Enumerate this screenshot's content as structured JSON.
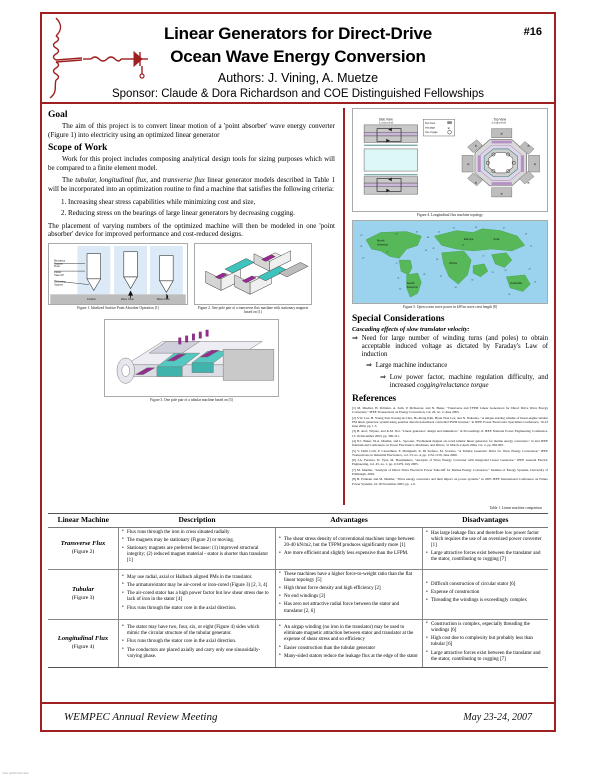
{
  "header": {
    "title_line1": "Linear Generators for Direct-Drive",
    "title_line2": "Ocean Wave Energy Conversion",
    "issue_number": "#16",
    "authors": "Authors:  J. Vining, A. Muetze",
    "sponsor": "Sponsor: Claude & Dora Richardson and COE Distinguished Fellowships",
    "border_color": "#9e2020"
  },
  "goal": {
    "heading": "Goal",
    "text": "The aim of this project is to convert linear motion of a 'point absorber' wave energy converter (Figure 1) into electricity using an optimized linear generator"
  },
  "scope": {
    "heading": "Scope of Work",
    "p1": "Work for this project includes composing analytical design tools for sizing purposes which will be compared to a finite element model.",
    "p2_a": "The ",
    "p2_i1": "tubular, longitudinal flux,",
    "p2_b": " and ",
    "p2_i2": "transverse flux",
    "p2_c": " linear generator models described in Table 1 will be incorporated into an optimization routine to find a machine that satisfies the following criteria:",
    "criteria": [
      "Increasing shear stress capabilities while minimizing cost and size,",
      "Reducing stress on the bearings of large linear generators by decreasing cogging."
    ],
    "p3": "The placement of varying numbers of the optimized machine will then be modeled in one 'point absorber' device for improved performance and cost-reduced designs."
  },
  "figures": {
    "fig1_caption": "Figure 1.  Idealized Surface Point Absorber Operation [1]",
    "fig2_caption": "Figure 2.  One pole pair of a transverse flux machine with stationary magnets based on [1]",
    "fig3_caption": "Figure 3.  One pole pair of a tubular machine based on [3]",
    "fig4_caption": "Figure 4.  Longitudinal flux machine topology",
    "fig5_caption": "Figure 5.  Open ocean wave power in kW/m wave crest length [8]",
    "fig1_labels": [
      "Buoyancy Support Float",
      "Power Take-Off",
      "Anchoring Support",
      "Position",
      "Wave Crest",
      "Wave Crest"
    ],
    "fig4_legend": [
      "Flux Lines",
      "Into page",
      "Out of page"
    ],
    "fig4_labels": [
      "Side View",
      "Top View"
    ],
    "fig5_labels": [
      "North America",
      "South America",
      "Europe",
      "Asia",
      "Africa",
      "Australia"
    ]
  },
  "special": {
    "heading": "Special Considerations",
    "subheading": "Cascading effects of slow translator velocity:",
    "item1": "Need for large number of winding turns (and poles) to obtain acceptable induced voltage as dictated by Faraday's Law of induction",
    "item2": "Large machine inductance",
    "item3_a": "Low power factor, machine regulation difficulty, and increased ",
    "item3_i": "cogging/reluctance torque",
    "arrow": "⇒"
  },
  "references": {
    "heading": "References",
    "items": [
      "[1] M. Mueller, H. Polinder, A. Zaib, P. McKeever, and N. Baker, \"Transverse and TFPM Linear Generators for Direct Drive Wave Energy Converters,\" IEEE Transactions on Energy Conversion, vol. 20, no. 2, June 2005.",
      "[2] S.W. Lee, H. Young Suh, Kwang-ik Choi, Ho-Dong Kim, Hyun Won Lee, and N. Nakaoka, \"A unique starting scheme of linear-engine tubular PM linear generator system using position detection-feedback controlled PWM inverter,\" in IEEE Power Electronics Specialists Conference, 16-23 June 2004, pp. 1-5.",
      "[3] H. Arof, Wijono, and K.M. Nor, \"Linear generator: design and simulation,\" in Proceedings of IEEE National Power Engineering Conference, 15-16 December 2003, pp. 306-311.",
      "[4] N.J. Baker, M.A. Mueller, and L. Spooner, \"Permanent magnet air-cored tubular linear generator for marine energy converters,\" in 2nd IEEE International Conference on Power Electronics, Machines, and Drives, 31 March-2 April 2004, vol. 2, pp. 862-867.",
      "[5] V. Delli Colli, P. Cancelliere, F. Marignetti, R. Di Stefano, M. Scarano, \"A Tubular Generator Drive for Wave Energy Conversion,\" IEEE Transactions on Industrial Electronics, vol. 53, no. 4, pp. 1152-1159, June 2006.",
      "[6] J.A. Ferreira, D. Vyas, M. Hoeijmakers, \"Analysis of Wave Energy Converter with Integrated Linear Generator,\" IEEE General Electric Engineering, vol. 45, no. 1, pp. 0-5479, July 2005.",
      "[7] M. Mueller, \"Analysis of Direct Drive Electrical Power Take-Off for Marine Energy Converters,\" Institute of Energy Systems, University of Edinburgh, 2002.",
      "[8] H. Polinder and M. Mueller, \"Wave energy converters and their impact on power systems,\" in 2005 IEEE International Conference on Future Power Systems, 16-18 November 2005, pp. 1-9."
    ]
  },
  "table": {
    "headers": [
      "Linear Machine",
      "Description",
      "Advantages",
      "Disadvantages"
    ],
    "rows": [
      {
        "name": "Transverse Flux",
        "figure": "(Figure 2)",
        "description": [
          "Flux runs through the iron in cross situated radially",
          "The magnets may be stationary (Figure 2) or moving.",
          "Stationary magnets are preferred because: (1) improved structural integrity; (2) reduced magnet material - stator is shorter than translator [1]"
        ],
        "advantages": [
          "The shear stress density of conventional machines range between 20-40 kN/m2, but the TFPM produces significantly more [1]",
          "Are more efficient and slightly less expensive than the LFPM."
        ],
        "disadvantages": [
          "Has large leakage flux and therefore low power factor which requires the use of an oversized power converter [1]",
          "Large attractive forces exist between the translator and the stator, contributing to cogging [7]"
        ]
      },
      {
        "name": "Tubular",
        "figure": "(Figure 3)",
        "description": [
          "May use radial, axial or Halbach aligned PMs in the translator.",
          "The armature/stator may be air-cored or iron-cored (Figure 3) [2, 3, 4]",
          "The air-cored stator has a high power factor but low shear stress due to lack of iron in the stator [4]",
          "Flux runs through the stator core in the axial direction."
        ],
        "advantages": [
          "These machines have a higher force-to-weight ratio than the flat linear topology [5]",
          "High thrust force density and high efficiency [2]",
          "No end windings [2]",
          "Has zero net attractive radial force between the stator and translator [2, 6]"
        ],
        "disadvantages": [
          "Difficult construction of circular stator [6]",
          "Expense of construction",
          "Threading the windings is exceedingly complex"
        ]
      },
      {
        "name": "Longitudinal Flux",
        "figure": "(Figure 4)",
        "description": [
          "The stator may have two, four, six, or eight (Figure 4) sides which mimic the circular structure of the tubular generator.",
          "Flux runs through the stator core in the axial direction.",
          "The conductors are placed axially and carry only one sinusoidally-varying phase."
        ],
        "advantages": [
          "An airgap winding (no iron in the translator) may be used to eliminate magnetic attraction between stator and translator at the expense of shear stress and so efficiency",
          "Easier construction than the tubular generator",
          "Many-sided stators reduce the leakage flux at the edge of the stator"
        ],
        "disadvantages": [
          "Construction is complex, especially threading the windings [6]",
          "High cost due to complexity but probably less than tubular [6]",
          "Large attractive forces exist between the translator and the stator, contributing to cogging [7]"
        ]
      }
    ],
    "caption": "Table 1.  Linear machine comparison"
  },
  "footer": {
    "left": "WEMPEC Annual Review Meeting",
    "right": "May 23-24, 2007"
  },
  "watermark": "View publication stats"
}
